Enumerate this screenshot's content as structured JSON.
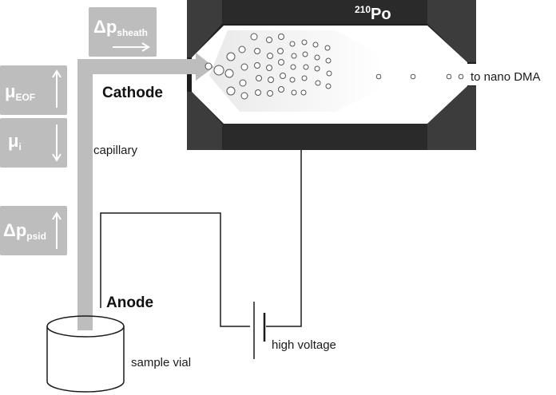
{
  "labels": {
    "polonium_mass": "210",
    "polonium_symbol": "Po",
    "cathode": "Cathode",
    "anode": "Anode",
    "capillary": "capillary",
    "sample_vial": "sample vial",
    "high_voltage": "high voltage",
    "to_dma": "to nano DMA"
  },
  "boxes": {
    "sheath": {
      "symbol": "Δp",
      "sub": "sheath",
      "arrow": "right"
    },
    "eof": {
      "symbol": "μ",
      "sub": "EOF",
      "arrow": "up"
    },
    "ion": {
      "symbol": "μ",
      "sub": "i",
      "arrow": "down"
    },
    "psid": {
      "symbol": "Δp",
      "sub": "psid",
      "arrow": "up"
    }
  },
  "colors": {
    "box_fill": "#bdbdbd",
    "chamber_dark": "#1e1e1e",
    "chamber_corner": "#3a3a3a",
    "capillary": "#bdbdbd",
    "wire": "#1a1a1a"
  }
}
